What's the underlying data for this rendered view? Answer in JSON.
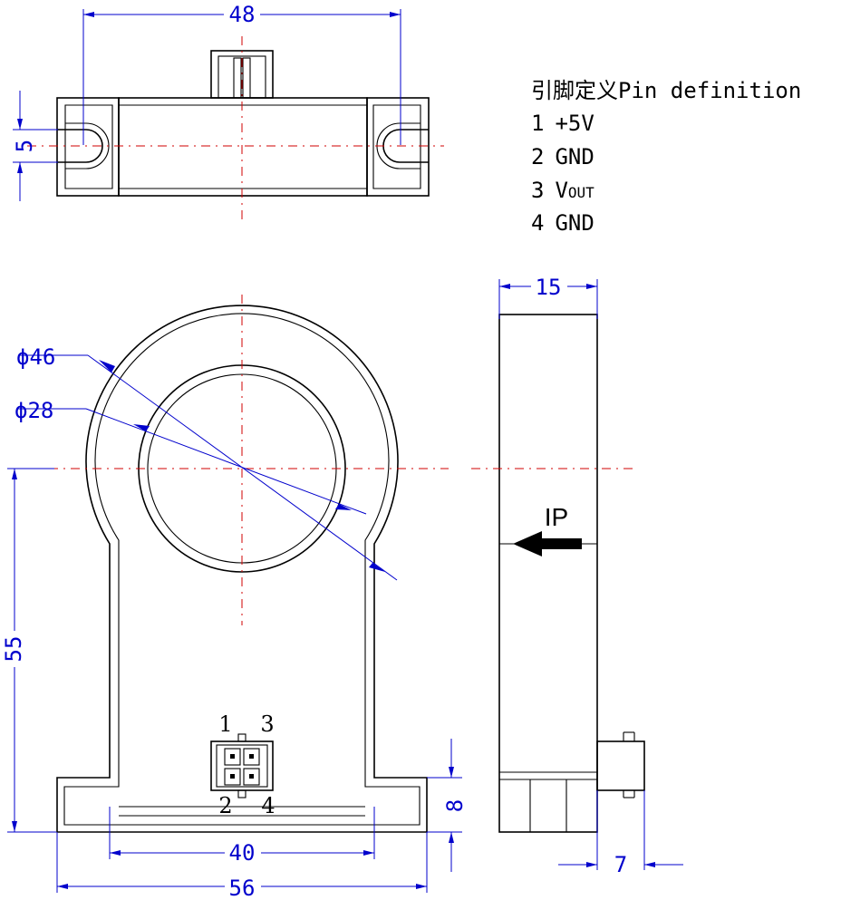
{
  "legend": {
    "title": "引脚定义Pin definition",
    "pins": [
      {
        "num": "1",
        "name": "+5V"
      },
      {
        "num": "2",
        "name": "GND"
      },
      {
        "num": "3",
        "name": "V",
        "sub": "OUT"
      },
      {
        "num": "4",
        "name": "GND"
      }
    ]
  },
  "dimensions": {
    "top_width": "48",
    "slot": "5",
    "outer_dia": "ϕ46",
    "inner_dia": "ϕ28",
    "depth": "15",
    "height": "55",
    "inner_width": "40",
    "base_width": "56",
    "foot_height": "8",
    "connector_depth": "7"
  },
  "connector_pins": {
    "p1": "1",
    "p3": "3",
    "p2": "2",
    "p4": "4"
  },
  "current_label": "IP",
  "colors": {
    "dimension": "#0000cc",
    "centerline": "#d20000",
    "outline": "#000000"
  }
}
